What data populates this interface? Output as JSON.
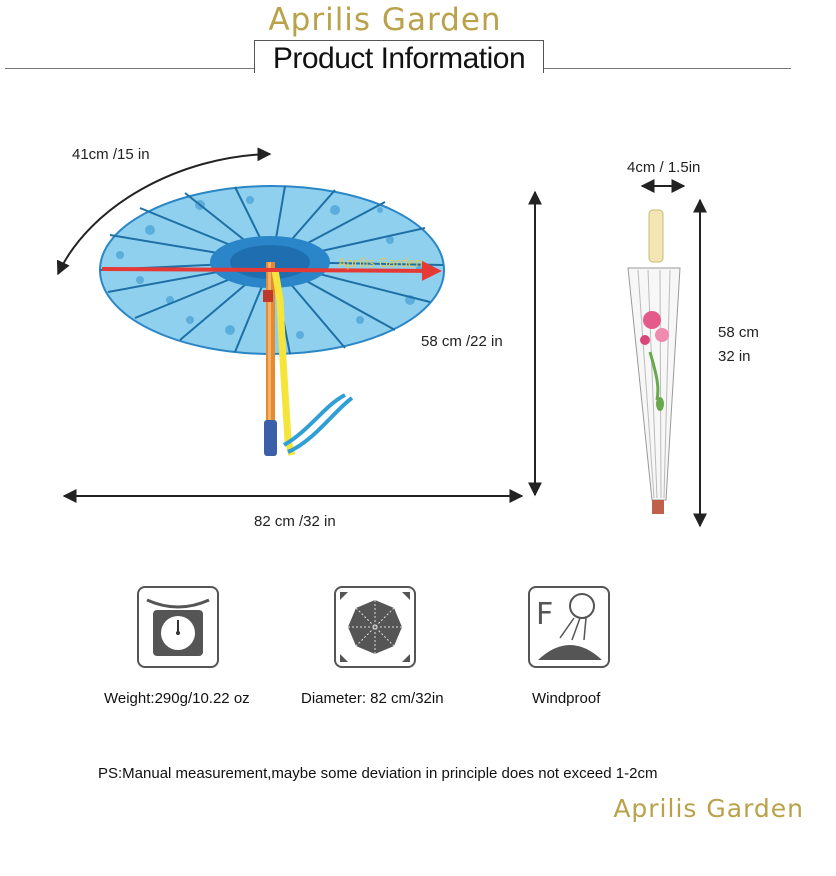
{
  "brand": {
    "top": "Aprilis Garden",
    "bottom": "Aprilis Garden",
    "watermark": "Aprilis Garden",
    "color": "#b9a24a"
  },
  "header": {
    "title": "Product Information"
  },
  "open_umbrella": {
    "canopy_arc": "41cm /15 in",
    "height": "58 cm /22 in",
    "width": "82 cm /32 in"
  },
  "closed_umbrella": {
    "shaft_width": "4cm / 1.5in",
    "length_cm": "58 cm",
    "length_in": "32 in"
  },
  "specs": [
    {
      "icon": "scale-icon",
      "label": "Weight:290g/10.22 oz"
    },
    {
      "icon": "umbrella-top-icon",
      "label": "Diameter: 82 cm/32in"
    },
    {
      "icon": "wind-icon",
      "label": "Windproof"
    }
  ],
  "note": "PS:Manual measurement,maybe some deviation in principle does not exceed 1-2cm",
  "colors": {
    "canopy": "#8fd0ee",
    "ribs": "#1e6fa5",
    "center": "#2a86c8",
    "arrow_red": "#e53935",
    "tassel": "#f5e43a",
    "cord": "#2f9fd6"
  }
}
